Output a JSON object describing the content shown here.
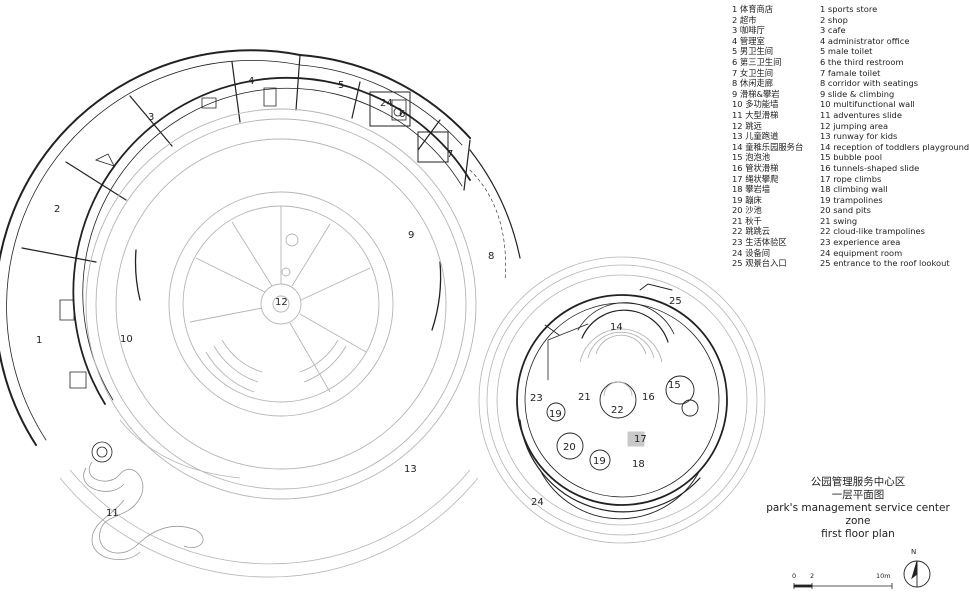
{
  "legend": [
    {
      "num": "1",
      "zh": "1  体育商店",
      "en": "1 sports store"
    },
    {
      "num": "2",
      "zh": "2  超市",
      "en": "2 shop"
    },
    {
      "num": "3",
      "zh": "3  咖啡厅",
      "en": "3 cafe"
    },
    {
      "num": "4",
      "zh": "4  管理室",
      "en": "4 administrator office"
    },
    {
      "num": "5",
      "zh": "5  男卫生间",
      "en": "5 male toilet"
    },
    {
      "num": "6",
      "zh": "6  第三卫生间",
      "en": "6 the third restroom"
    },
    {
      "num": "7",
      "zh": "7  女卫生间",
      "en": "7 famale toilet"
    },
    {
      "num": "8",
      "zh": "8  休闲走廊",
      "en": "8 corridor with seatings"
    },
    {
      "num": "9",
      "zh": "9  滑梯&攀岩",
      "en": "9 slide & climbing"
    },
    {
      "num": "10",
      "zh": "10  多功能墙",
      "en": "10 multifunctional wall"
    },
    {
      "num": "11",
      "zh": "11  大型滑梯",
      "en": "11 adventures slide"
    },
    {
      "num": "12",
      "zh": "12  跳远",
      "en": "12 jumping area"
    },
    {
      "num": "13",
      "zh": "13  儿童跑道",
      "en": "13 runway for kids"
    },
    {
      "num": "14",
      "zh": "14  童稚乐园服务台",
      "en": "14 reception of toddlers playground"
    },
    {
      "num": "15",
      "zh": "15  泡泡池",
      "en": "15 bubble pool"
    },
    {
      "num": "16",
      "zh": "16  管状滑梯",
      "en": "16 tunnels-shaped slide"
    },
    {
      "num": "17",
      "zh": "17  绳状攀爬",
      "en": "17 rope climbs"
    },
    {
      "num": "18",
      "zh": "18  攀岩墙",
      "en": "18 climbing wall"
    },
    {
      "num": "19",
      "zh": "19  蹦床",
      "en": "19 trampolines"
    },
    {
      "num": "20",
      "zh": "20  沙池",
      "en": "20 sand pits"
    },
    {
      "num": "21",
      "zh": "21  秋千",
      "en": "21 swing"
    },
    {
      "num": "22",
      "zh": "22  跳跳云",
      "en": "22 cloud-like trampolines"
    },
    {
      "num": "23",
      "zh": "23  生活体验区",
      "en": "23 experience area"
    },
    {
      "num": "24",
      "zh": "24  设备间",
      "en": "24 equipment room"
    },
    {
      "num": "25",
      "zh": "25  观景台入口",
      "en": "25 entrance to the roof lookout"
    }
  ],
  "plan_labels": {
    "l1": "1",
    "l2": "2",
    "l3": "3",
    "l4": "4",
    "l5": "5",
    "l6": "6",
    "l7": "7",
    "l8": "8",
    "l9": "9",
    "l10": "10",
    "l11": "11",
    "l12": "12",
    "l13": "13",
    "l14": "14",
    "l15": "15",
    "l16": "16",
    "l17": "17",
    "l18": "18",
    "l19a": "19",
    "l19b": "19",
    "l20": "20",
    "l21": "21",
    "l22": "22",
    "l23": "23",
    "l24a": "24",
    "l24b": "24",
    "l25": "25"
  },
  "title": {
    "zh_line1": "公园管理服务中心区",
    "zh_line2": "一层平面图",
    "en_line1": "park's management service center zone",
    "en_line2": "first floor plan"
  },
  "scale": {
    "t0": "0",
    "t2": "2",
    "t10": "10m"
  },
  "north": "N",
  "colors": {
    "line": "#222222",
    "light": "#b5b5b5",
    "fill": "#c9c9c9"
  }
}
